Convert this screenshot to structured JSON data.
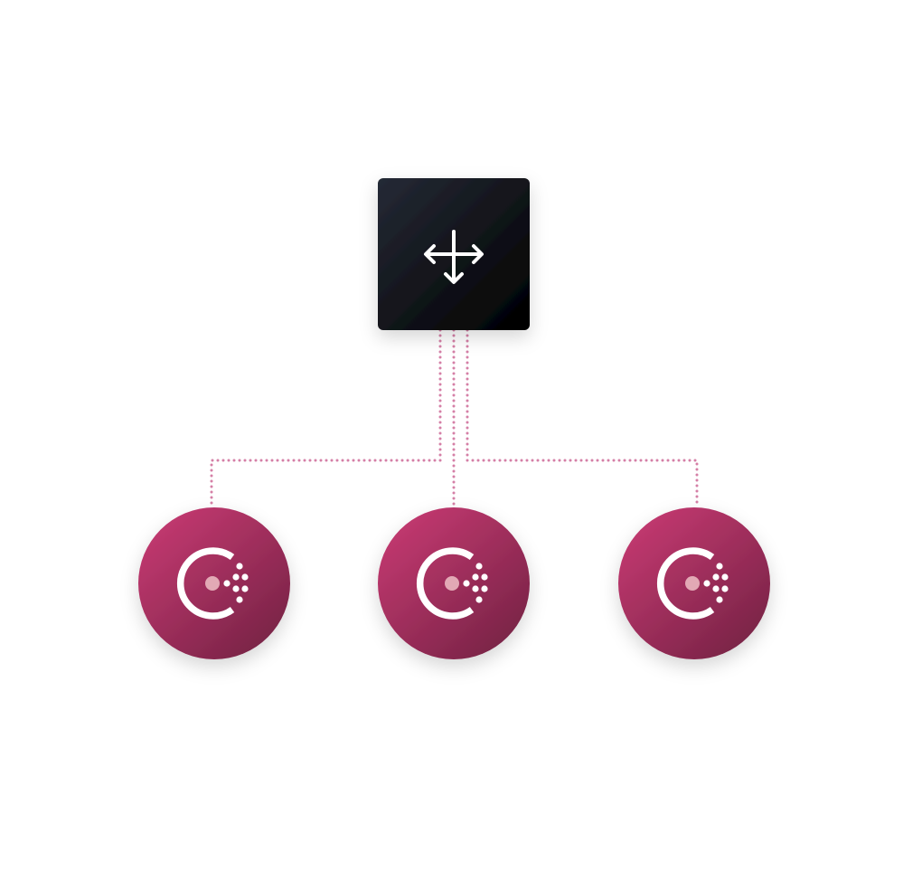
{
  "diagram": {
    "type": "tree",
    "root": {
      "icon": "move-arrows-icon",
      "shape": "rounded-square",
      "gradient": [
        "#252a36",
        "#000000"
      ]
    },
    "children": [
      {
        "icon": "consul-logo-icon",
        "shape": "circle"
      },
      {
        "icon": "consul-logo-icon",
        "shape": "circle"
      },
      {
        "icon": "consul-logo-icon",
        "shape": "circle"
      }
    ],
    "connector": {
      "style": "dotted",
      "color": "#d57fa6"
    },
    "child_gradient": [
      "#c1386f",
      "#7a2447"
    ],
    "icon_color": "#ffffff",
    "logo_center_color": "#e2a9b5"
  }
}
